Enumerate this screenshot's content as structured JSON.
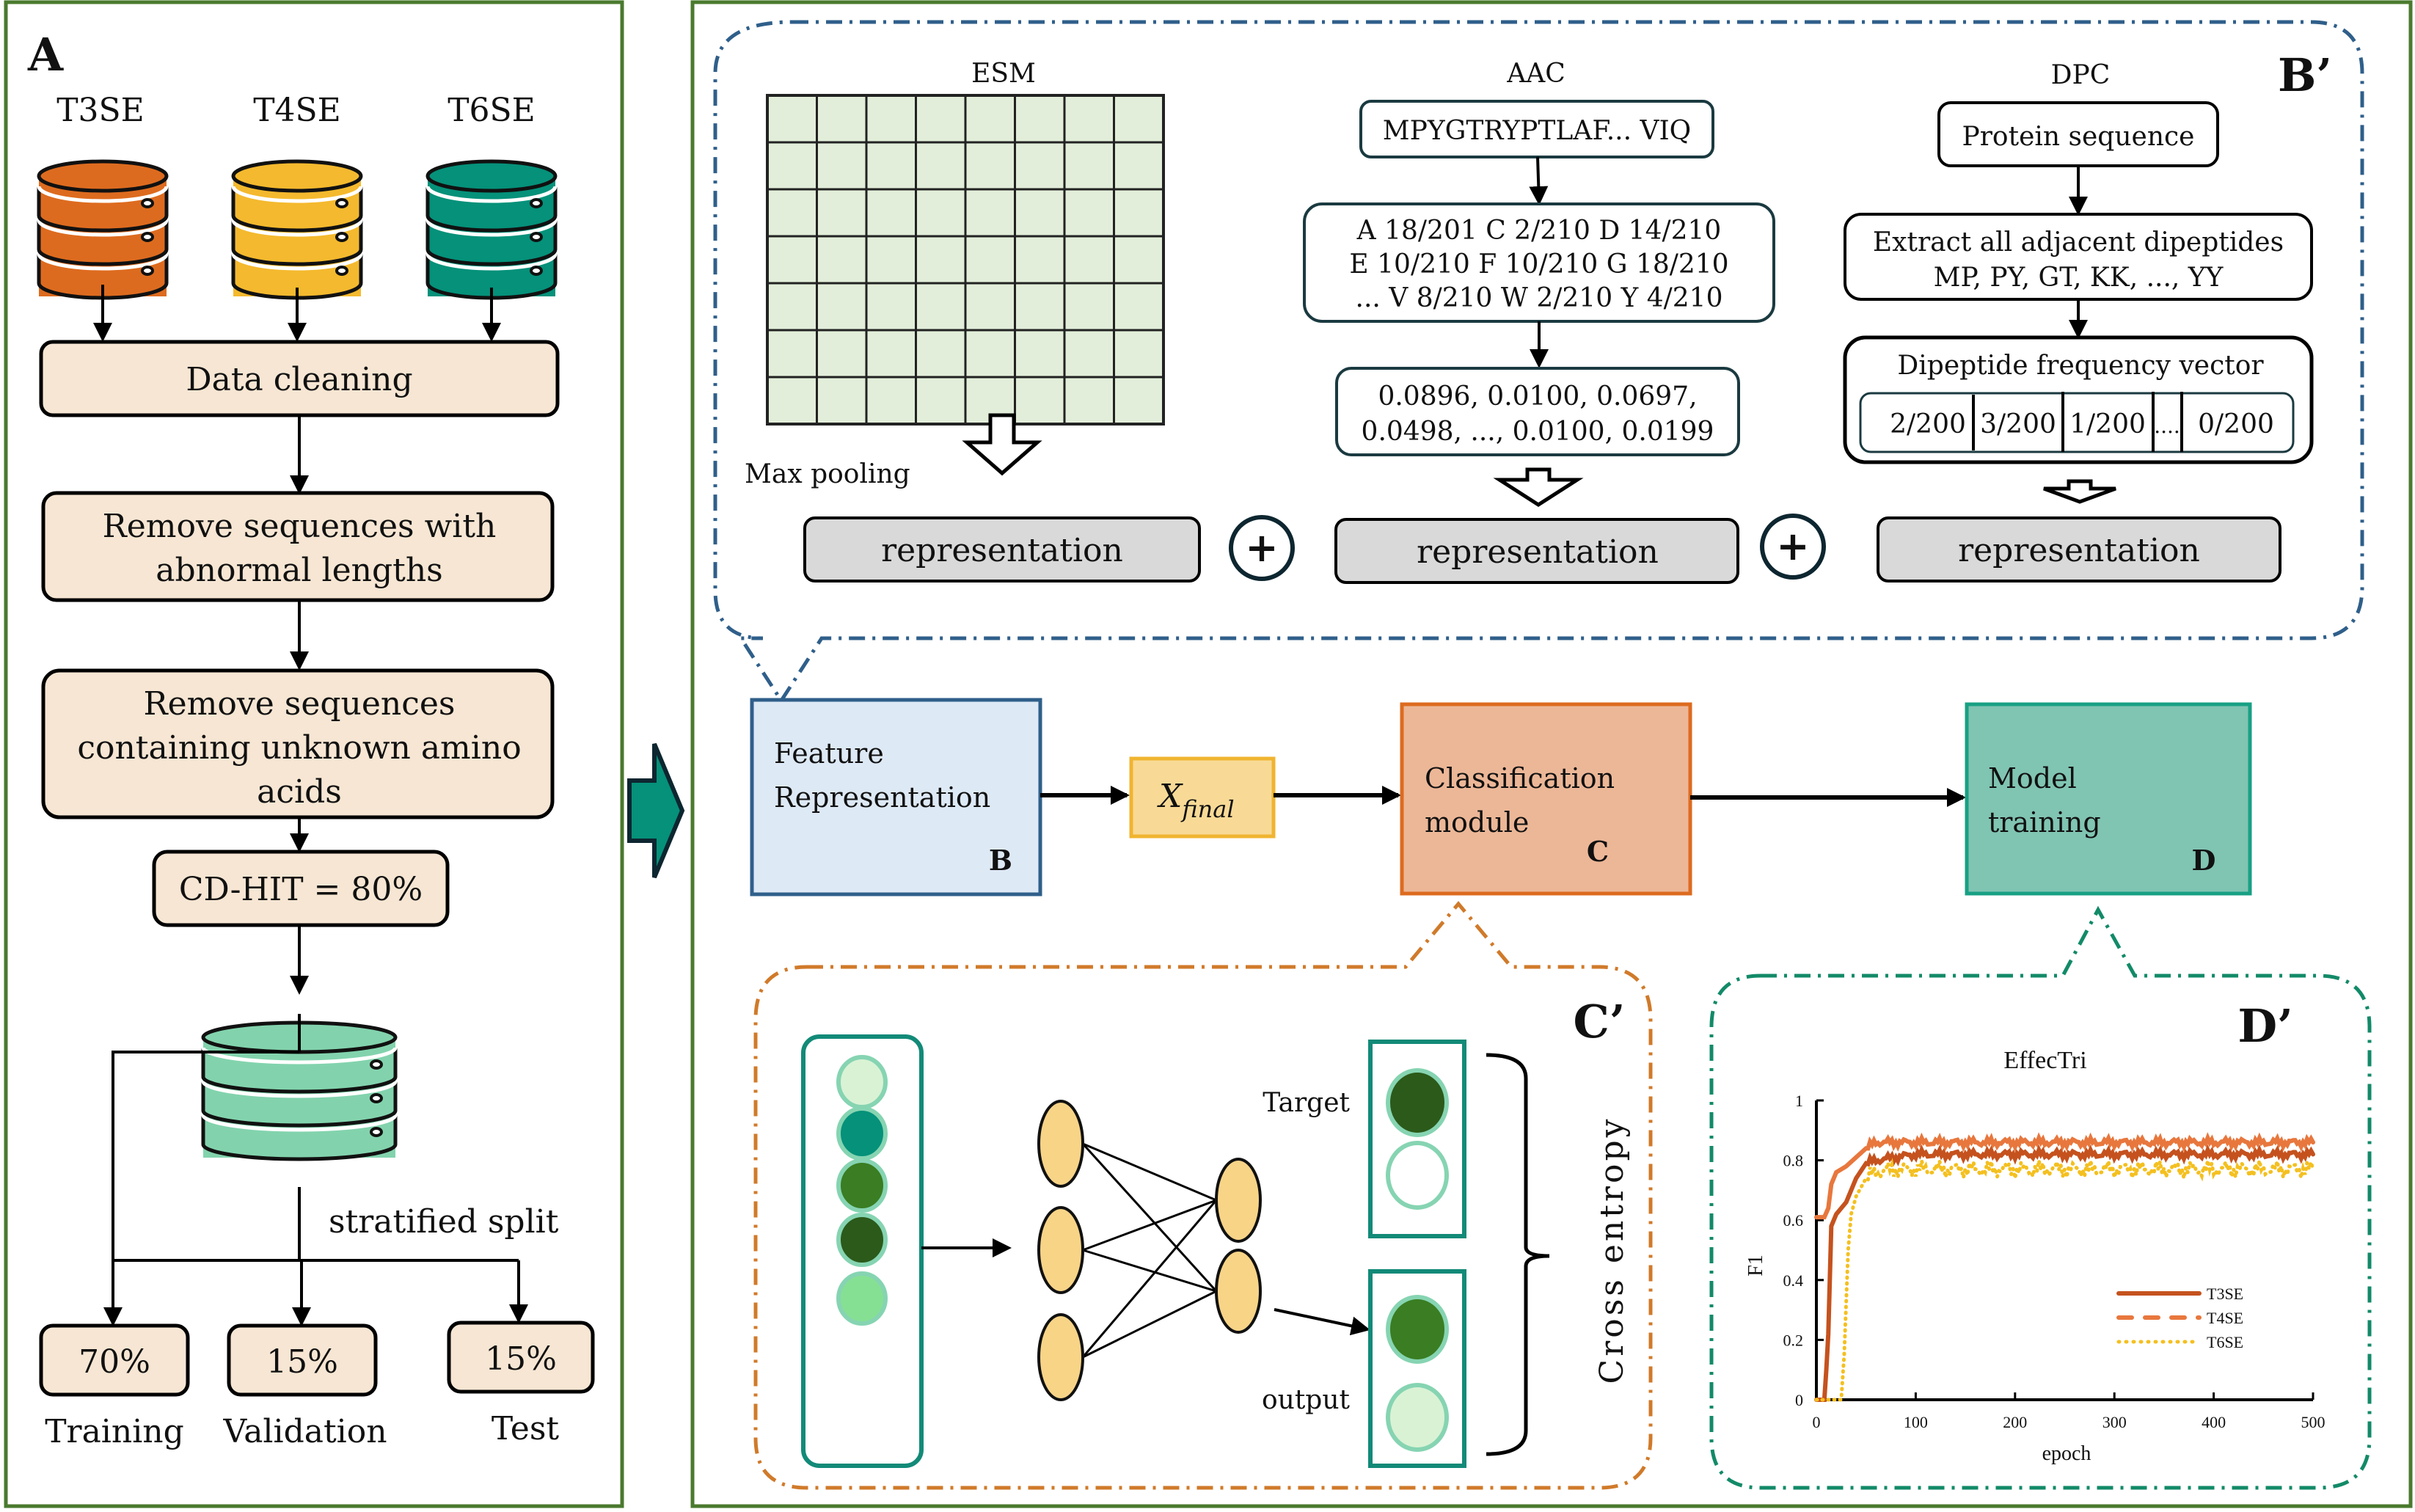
{
  "panel_a": {
    "label": "A",
    "databases": [
      {
        "name": "T3SE",
        "color": "#dd6b1f"
      },
      {
        "name": "T4SE",
        "color": "#f4b92e"
      },
      {
        "name": "T6SE",
        "color": "#05917a"
      }
    ],
    "steps": [
      "Data cleaning",
      "Remove sequences with abnormal lengths",
      "Remove sequences containing unknown amino acids",
      "CD-HIT = 80%"
    ],
    "step_lines": {
      "remove_abnormal": [
        "Remove sequences with",
        "abnormal lengths"
      ],
      "remove_unknown": [
        "Remove sequences",
        "containing unknown amino",
        "acids"
      ]
    },
    "merged_db_color": "#82d3ad",
    "split_label": "stratified split",
    "splits": [
      {
        "percent": "70%",
        "name": "Training"
      },
      {
        "percent": "15%",
        "name": "Validation"
      },
      {
        "percent": "15%",
        "name": "Test"
      }
    ]
  },
  "panel_b_prime": {
    "label": "B’",
    "esm": {
      "title": "ESM",
      "grid_rows": 7,
      "grid_cols": 8,
      "pool_label": "Max pooling",
      "output": "representation"
    },
    "aac": {
      "title": "AAC",
      "sequence": "MPYGTRYPTLAF... VIQ",
      "counts": [
        "A 18/201 C 2/210 D 14/210",
        "E 10/210 F 10/210 G 18/210",
        "... V 8/210 W 2/210 Y 4/210"
      ],
      "vector": [
        "0.0896, 0.0100, 0.0697,",
        "0.0498, ..., 0.0100, 0.0199"
      ],
      "output": "representation"
    },
    "dpc": {
      "title": "DPC",
      "input": "Protein sequence",
      "extract": [
        "Extract all adjacent dipeptides",
        "MP, PY, GT, KK, ..., YY"
      ],
      "vector_title": "Dipeptide frequency vector",
      "vector_cells": [
        "2/200",
        "3/200",
        "1/200",
        "....",
        "0/200"
      ],
      "output": "representation"
    },
    "concat_symbol": "+"
  },
  "pipeline": {
    "feature": {
      "lines": [
        "Feature",
        "Representation"
      ],
      "tag": "B"
    },
    "x_final": {
      "base": "X",
      "sub": "final"
    },
    "classification": {
      "lines": [
        "Classification",
        "module"
      ],
      "tag": "C"
    },
    "training": {
      "lines": [
        "Model",
        "training"
      ],
      "tag": "D"
    }
  },
  "panel_c_prime": {
    "label": "C’",
    "input_colors": [
      "#d9f2d4",
      "#05917a",
      "#3a7d22",
      "#2b5a1a",
      "#86e093"
    ],
    "target_label": "Target",
    "output_label": "output",
    "target_colors": [
      "#2b5a1a",
      "#ffffff"
    ],
    "output_colors": [
      "#3a7d22",
      "#d9f2d4"
    ],
    "loss_label": "Cross  entropy"
  },
  "panel_d_prime": {
    "label": "D’"
  },
  "chart_data": {
    "type": "line",
    "title": "EffecTri",
    "xlabel": "epoch",
    "ylabel": "F1",
    "xlim": [
      0,
      500
    ],
    "ylim": [
      0,
      1
    ],
    "x_ticks": [
      "0",
      "100",
      "200",
      "300",
      "400",
      "500"
    ],
    "y_ticks": [
      "0",
      "0.2",
      "0.4",
      "0.6",
      "0.8",
      "1"
    ],
    "legend_position": "right",
    "series": [
      {
        "name": "T3SE",
        "style": "solid",
        "color": "#c5521e",
        "x": [
          0,
          8,
          10,
          12,
          15,
          20,
          30,
          40,
          50,
          60,
          80,
          100,
          150,
          200,
          250,
          300,
          350,
          400,
          450,
          500
        ],
        "y": [
          0,
          0,
          0.1,
          0.22,
          0.58,
          0.62,
          0.66,
          0.74,
          0.79,
          0.8,
          0.81,
          0.82,
          0.82,
          0.82,
          0.82,
          0.82,
          0.82,
          0.82,
          0.82,
          0.82
        ]
      },
      {
        "name": "T4SE",
        "style": "dashed",
        "color": "#e8773d",
        "x": [
          0,
          8,
          12,
          15,
          20,
          30,
          40,
          50,
          60,
          80,
          100,
          150,
          200,
          250,
          300,
          350,
          400,
          450,
          500
        ],
        "y": [
          0.61,
          0.61,
          0.64,
          0.72,
          0.76,
          0.78,
          0.81,
          0.84,
          0.86,
          0.86,
          0.86,
          0.86,
          0.86,
          0.86,
          0.86,
          0.86,
          0.86,
          0.86,
          0.86
        ]
      },
      {
        "name": "T6SE",
        "style": "dotted",
        "color": "#f4c020",
        "x": [
          0,
          25,
          28,
          32,
          35,
          40,
          50,
          60,
          80,
          100,
          150,
          200,
          250,
          300,
          350,
          400,
          450,
          500
        ],
        "y": [
          0,
          0,
          0.15,
          0.5,
          0.62,
          0.68,
          0.74,
          0.76,
          0.77,
          0.77,
          0.77,
          0.77,
          0.77,
          0.77,
          0.77,
          0.77,
          0.77,
          0.77
        ]
      }
    ]
  }
}
